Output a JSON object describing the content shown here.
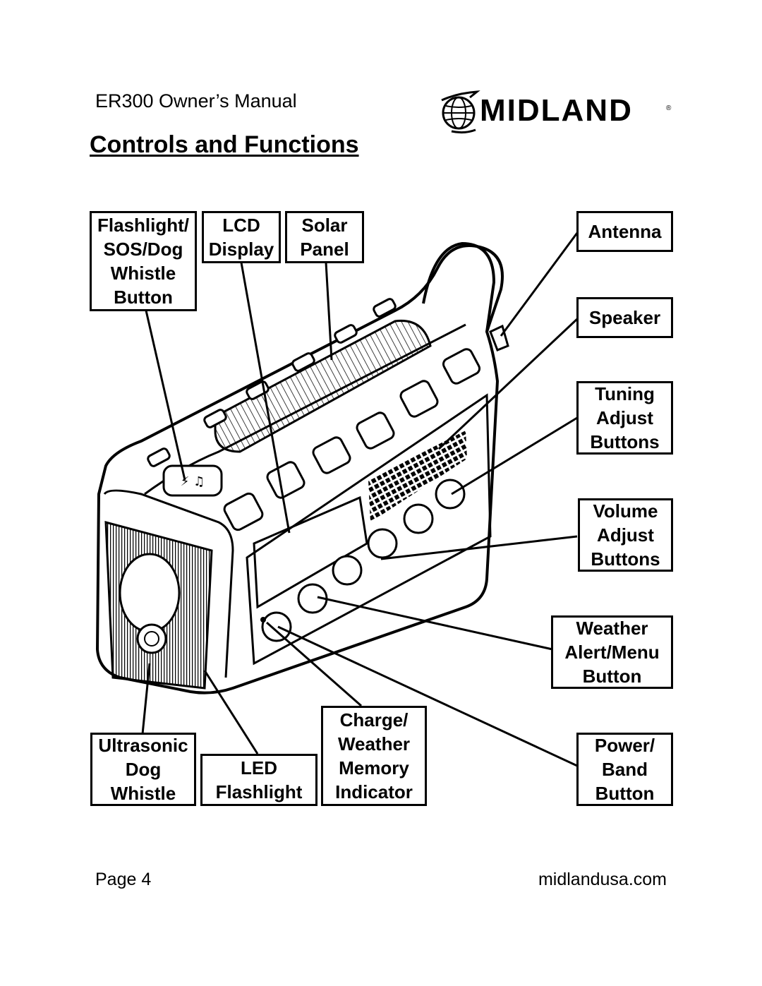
{
  "header": {
    "title": "ER300 Owner’s Manual",
    "logo_text": "MIDLAND",
    "logo_mark": "®"
  },
  "section_title": "Controls and Functions",
  "callouts": {
    "flashlight_sos": [
      "Flashlight/",
      "SOS/Dog",
      "Whistle",
      "Button"
    ],
    "lcd_display": [
      "LCD",
      "Display"
    ],
    "solar_panel": [
      "Solar",
      "Panel"
    ],
    "antenna": [
      "Antenna"
    ],
    "speaker": [
      "Speaker"
    ],
    "tuning": [
      "Tuning",
      "Adjust",
      "Buttons"
    ],
    "volume": [
      "Volume",
      "Adjust",
      "Buttons"
    ],
    "weather_alert": [
      "Weather",
      "Alert/Menu",
      "Button"
    ],
    "power_band": [
      "Power/",
      "Band",
      "Button"
    ],
    "ultrasonic": [
      "Ultrasonic",
      "Dog",
      "Whistle"
    ],
    "led_flashlight": [
      "LED",
      "Flashlight"
    ],
    "charge_indicator": [
      "Charge/",
      "Weather",
      "Memory",
      "Indicator"
    ]
  },
  "icons": [
    "globe-icon",
    "radio-illustration"
  ],
  "footer": {
    "page": "Page 4",
    "website": "midlandusa.com"
  }
}
